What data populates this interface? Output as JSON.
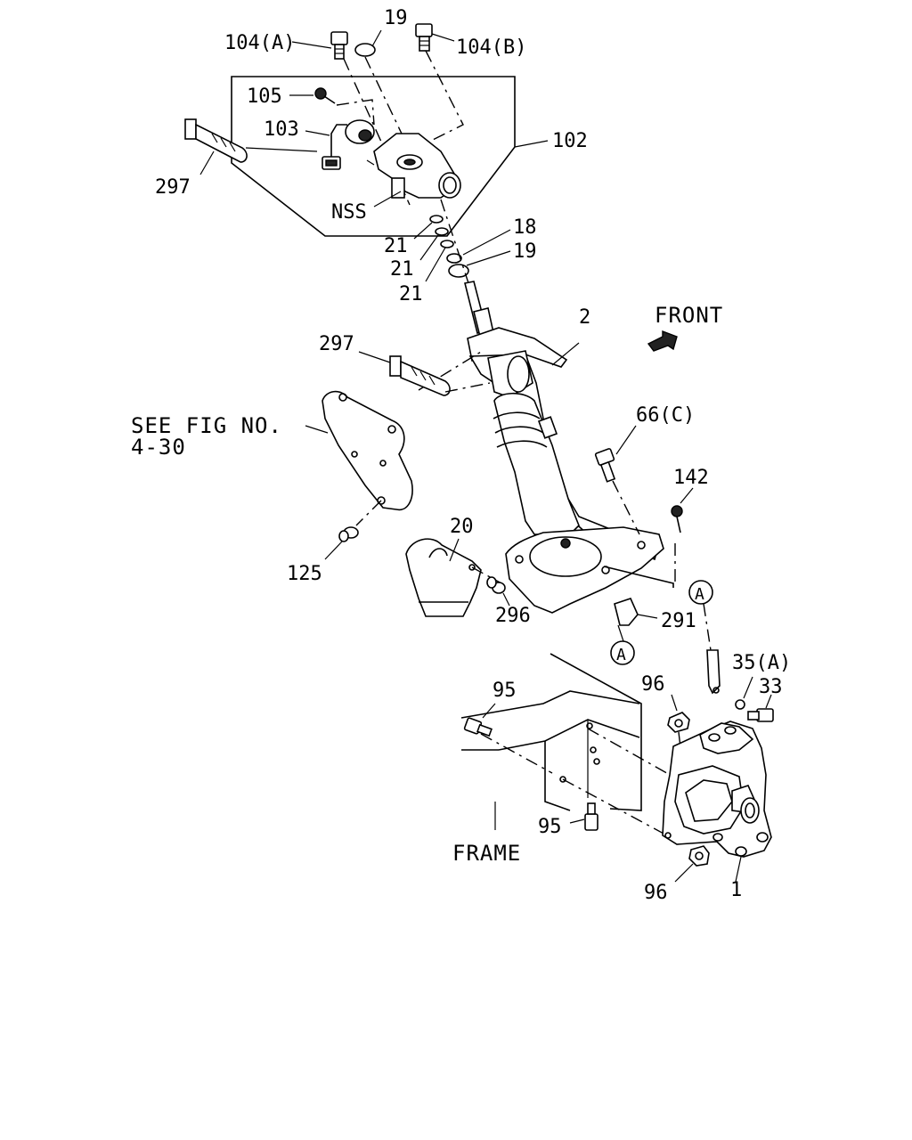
{
  "callouts": {
    "p104a": "104(A)",
    "p19_top": "19",
    "p104b": "104(B)",
    "p105": "105",
    "p103": "103",
    "p102": "102",
    "p297_top": "297",
    "pnss": "NSS",
    "p21_a": "21",
    "p21_b": "21",
    "p21_c": "21",
    "p18": "18",
    "p19_mid": "19",
    "p2": "2",
    "front": "FRONT",
    "p297_mid": "297",
    "see_fig_line1": "SEE FIG NO.",
    "see_fig_line2": "4-30",
    "p66c": "66(C)",
    "p142": "142",
    "p20": "20",
    "p125": "125",
    "p296": "296",
    "p291": "291",
    "ref_a_upper": "A",
    "ref_a_lower": "A",
    "p35a": "35(A)",
    "p33": "33",
    "p95_top": "95",
    "p96_top": "96",
    "p95_bottom": "95",
    "frame": "FRAME",
    "p96_bottom": "96",
    "p1": "1"
  }
}
